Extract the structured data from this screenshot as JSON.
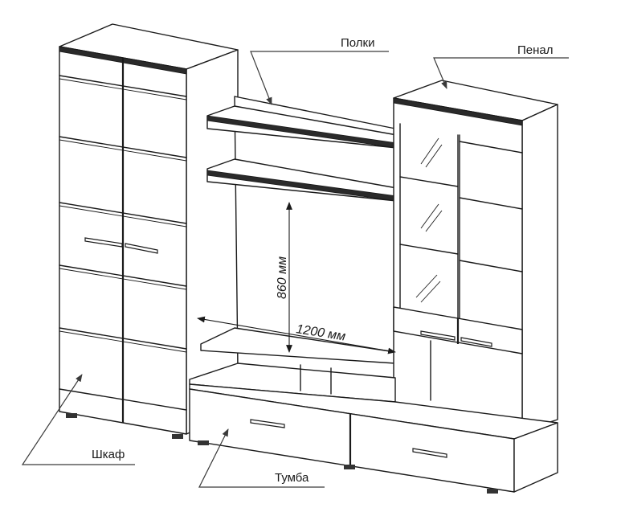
{
  "labels": {
    "shelves": "Полки",
    "pencil_case": "Пенал",
    "wardrobe": "Шкаф",
    "tv_stand": "Тумба"
  },
  "dimensions": {
    "height": "860 мм",
    "width": "1200 мм"
  }
}
